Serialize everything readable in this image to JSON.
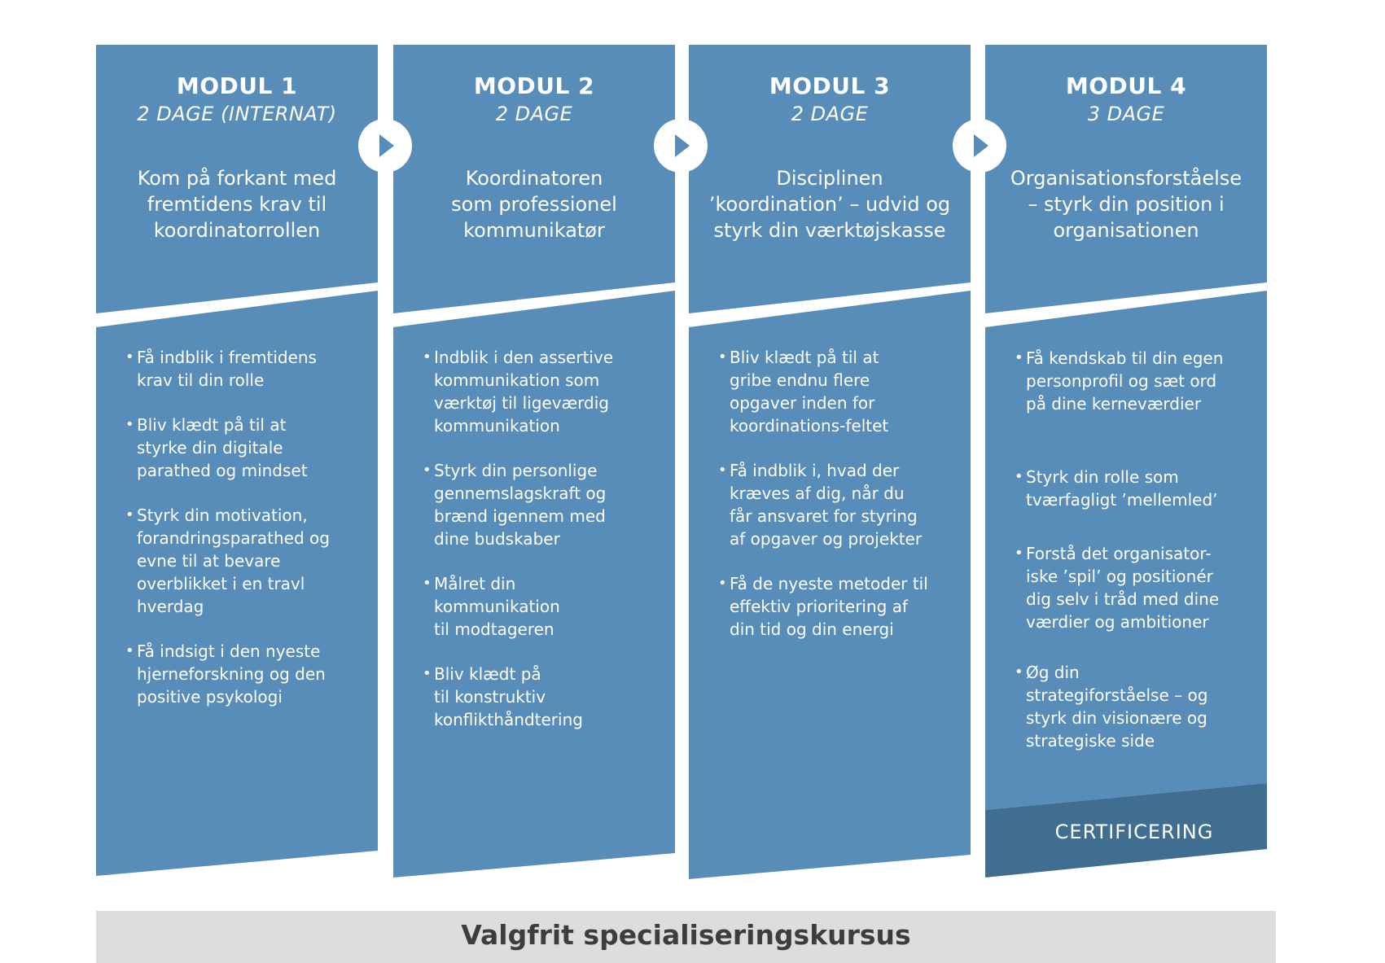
{
  "colors": {
    "panel": "#588cb9",
    "certificering": "#3f6e90",
    "bottom_bar": "#dcdddd",
    "bottom_text": "#3d3d3d"
  },
  "modules": [
    {
      "title": "MODUL 1",
      "duration": "2 DAGE (INTERNAT)",
      "subtitle": [
        "Kom på forkant med",
        "fremtidens krav til",
        "koordinatorrollen"
      ],
      "bullets": [
        [
          "Få indblik i fremtidens",
          "krav til din rolle"
        ],
        [
          "Bliv klædt på til at",
          "styrke din digitale",
          "parathed og mindset"
        ],
        [
          "Styrk din motivation,",
          "forandringsparathed og",
          "evne til at bevare",
          "overblikket i en travl",
          "hverdag"
        ],
        [
          "Få indsigt i den nyeste",
          "hjerneforskning og den",
          "positive psykologi"
        ]
      ]
    },
    {
      "title": "MODUL 2",
      "duration": "2 DAGE",
      "subtitle": [
        "Koordinatoren",
        "som professionel",
        "kommunikatør"
      ],
      "bullets": [
        [
          "Indblik i den assertive",
          "kommunikation som",
          "værktøj til ligeværdig",
          "kommunikation"
        ],
        [
          "Styrk din personlige",
          "gennemslagskraft og",
          "brænd igennem med",
          "dine budskaber"
        ],
        [
          "Målret din",
          "kommunikation",
          "til modtageren"
        ],
        [
          "Bliv klædt på",
          "til konstruktiv",
          "konflikthåndtering"
        ]
      ]
    },
    {
      "title": "MODUL 3",
      "duration": "2 DAGE",
      "subtitle": [
        "Disciplinen",
        "’koordination’ – udvid og",
        "styrk din værktøjskasse"
      ],
      "bullets": [
        [
          "Bliv klædt på til at",
          "gribe endnu flere",
          "opgaver inden for",
          "koordinations-feltet"
        ],
        [
          "Få indblik i, hvad der",
          "kræves af dig, når du",
          "får ansvaret for styring",
          "af opgaver og projekter"
        ],
        [
          "Få de nyeste metoder til",
          "effektiv prioritering af",
          "din tid og din energi"
        ]
      ]
    },
    {
      "title": "MODUL 4",
      "duration": "3 DAGE",
      "subtitle": [
        "Organisationsforståelse",
        "– styrk din position i",
        "organisationen"
      ],
      "bullets": [
        [
          "Få kendskab til din egen",
          "personprofil og sæt ord",
          "på dine kerneværdier"
        ],
        [
          "Styrk din rolle som",
          "tværfagligt ’mellemled’"
        ],
        [
          "Forstå det organisator-",
          "iske ’spil’ og positionér",
          "dig selv i tråd med dine",
          "værdier og ambitioner"
        ],
        [
          "Øg din",
          "strategiforståelse – og",
          "styrk din visionære og",
          "strategiske side"
        ]
      ]
    }
  ],
  "certificering": "CERTIFICERING",
  "bottom_bar": "Valgfrit specialiseringskursus"
}
